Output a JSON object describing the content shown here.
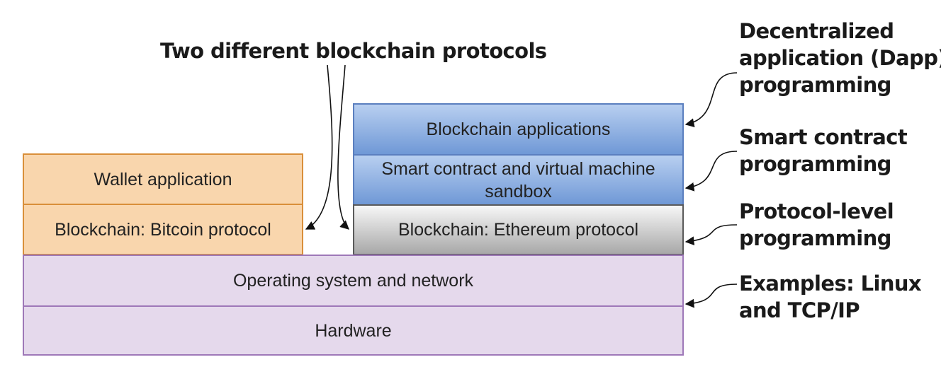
{
  "top_label": "Two different blockchain protocols",
  "bitcoin_stack": {
    "wallet": "Wallet application",
    "protocol": "Blockchain: Bitcoin protocol"
  },
  "ethereum_stack": {
    "apps": "Blockchain applications",
    "smart_contract": "Smart contract and virtual machine sandbox",
    "protocol": "Blockchain: Ethereum protocol"
  },
  "shared": {
    "os": "Operating system and network",
    "hardware": "Hardware"
  },
  "right_labels": {
    "dapp": [
      "Decentralized",
      "application (Dapp)",
      "programming"
    ],
    "smart_contract": [
      "Smart contract",
      "programming"
    ],
    "protocol": [
      "Protocol-level",
      "programming"
    ],
    "examples": [
      "Examples: Linux",
      "and TCP/IP"
    ]
  },
  "colors": {
    "bitcoin_fill": "#f9d6ad",
    "bitcoin_border": "#d98f3a",
    "ethereum_upper_fill": "#8fb0e2",
    "ethereum_border": "#5b7fbf",
    "ethereum_protocol_fill": "#cfcfcf",
    "base_fill": "#e5d9ec",
    "base_border": "#9e78b8"
  }
}
